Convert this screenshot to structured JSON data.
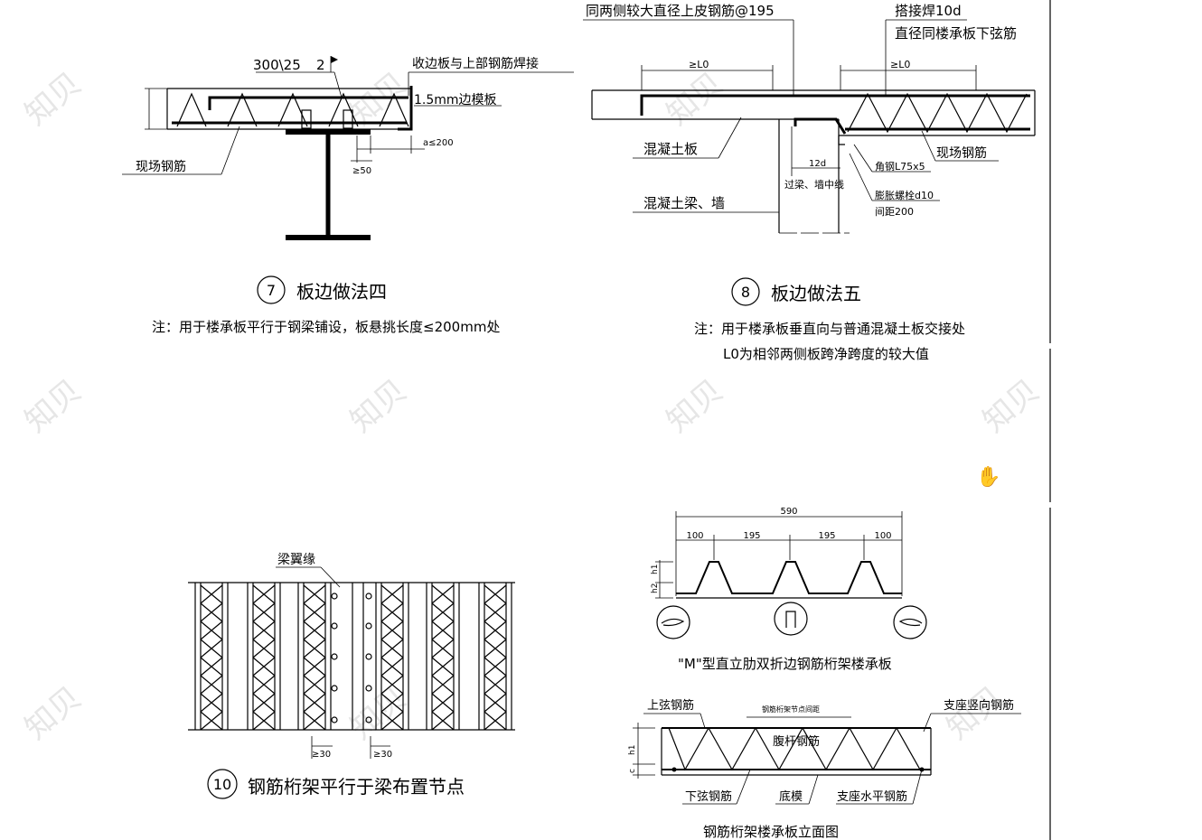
{
  "watermark": "知贝",
  "detail7": {
    "num": "7",
    "title": "板边做法四",
    "note": "注：用于楼承板平行于钢梁铺设，板悬挑长度≤200mm处",
    "weld_spec": "300\\25",
    "weld_size": "2",
    "label_weld": "收边板与上部钢筋焊接",
    "label_plate": "1.5mm边模板",
    "label_rebar": "现场钢筋",
    "dim_a": "a≤200",
    "dim_50": "≥50"
  },
  "detail8": {
    "num": "8",
    "title": "板边做法五",
    "note1": "注：用于楼承板垂直向与普通混凝土板交接处",
    "note2": "L0为相邻两侧板跨净跨度的较大值",
    "label_top": "同两侧较大直径上皮钢筋@195",
    "label_lap": "搭接焊10d",
    "label_lap2": "直径同楼承板下弦筋",
    "dim_l0_left": "≥L0",
    "dim_l0_right": "≥L0",
    "label_concrete_slab": "混凝土板",
    "label_rebar": "现场钢筋",
    "dim_12d": "12d",
    "label_angle": "角钢L75x5",
    "label_bolt": "膨胀螺栓d10",
    "label_spacing": "间距200",
    "label_through": "过梁、墙中线",
    "label_beam": "混凝土梁、墙"
  },
  "detail10": {
    "num": "10",
    "title": "钢筋桁架平行于梁布置节点",
    "label_flange": "梁翼缘",
    "dim_left": "≥30",
    "dim_right": "≥30"
  },
  "m_section": {
    "dim_total": "590",
    "dim_1": "100",
    "dim_2": "195",
    "dim_3": "195",
    "dim_4": "100",
    "dim_h1": "h1",
    "dim_h2": "h2",
    "caption": "\"M\"型直立肋双折边钢筋桁架楼承板"
  },
  "elevation": {
    "label_top_chord": "上弦钢筋",
    "label_node_spacing": "钢筋桁架节点间距",
    "label_support_v": "支座竖向钢筋",
    "label_web": "腹杆钢筋",
    "label_bottom_chord": "下弦钢筋",
    "label_base": "底模",
    "label_support_h": "支座水平钢筋",
    "dim_h1": "h1",
    "dim_c": "c",
    "caption": "钢筋桁架楼承板立面图"
  }
}
